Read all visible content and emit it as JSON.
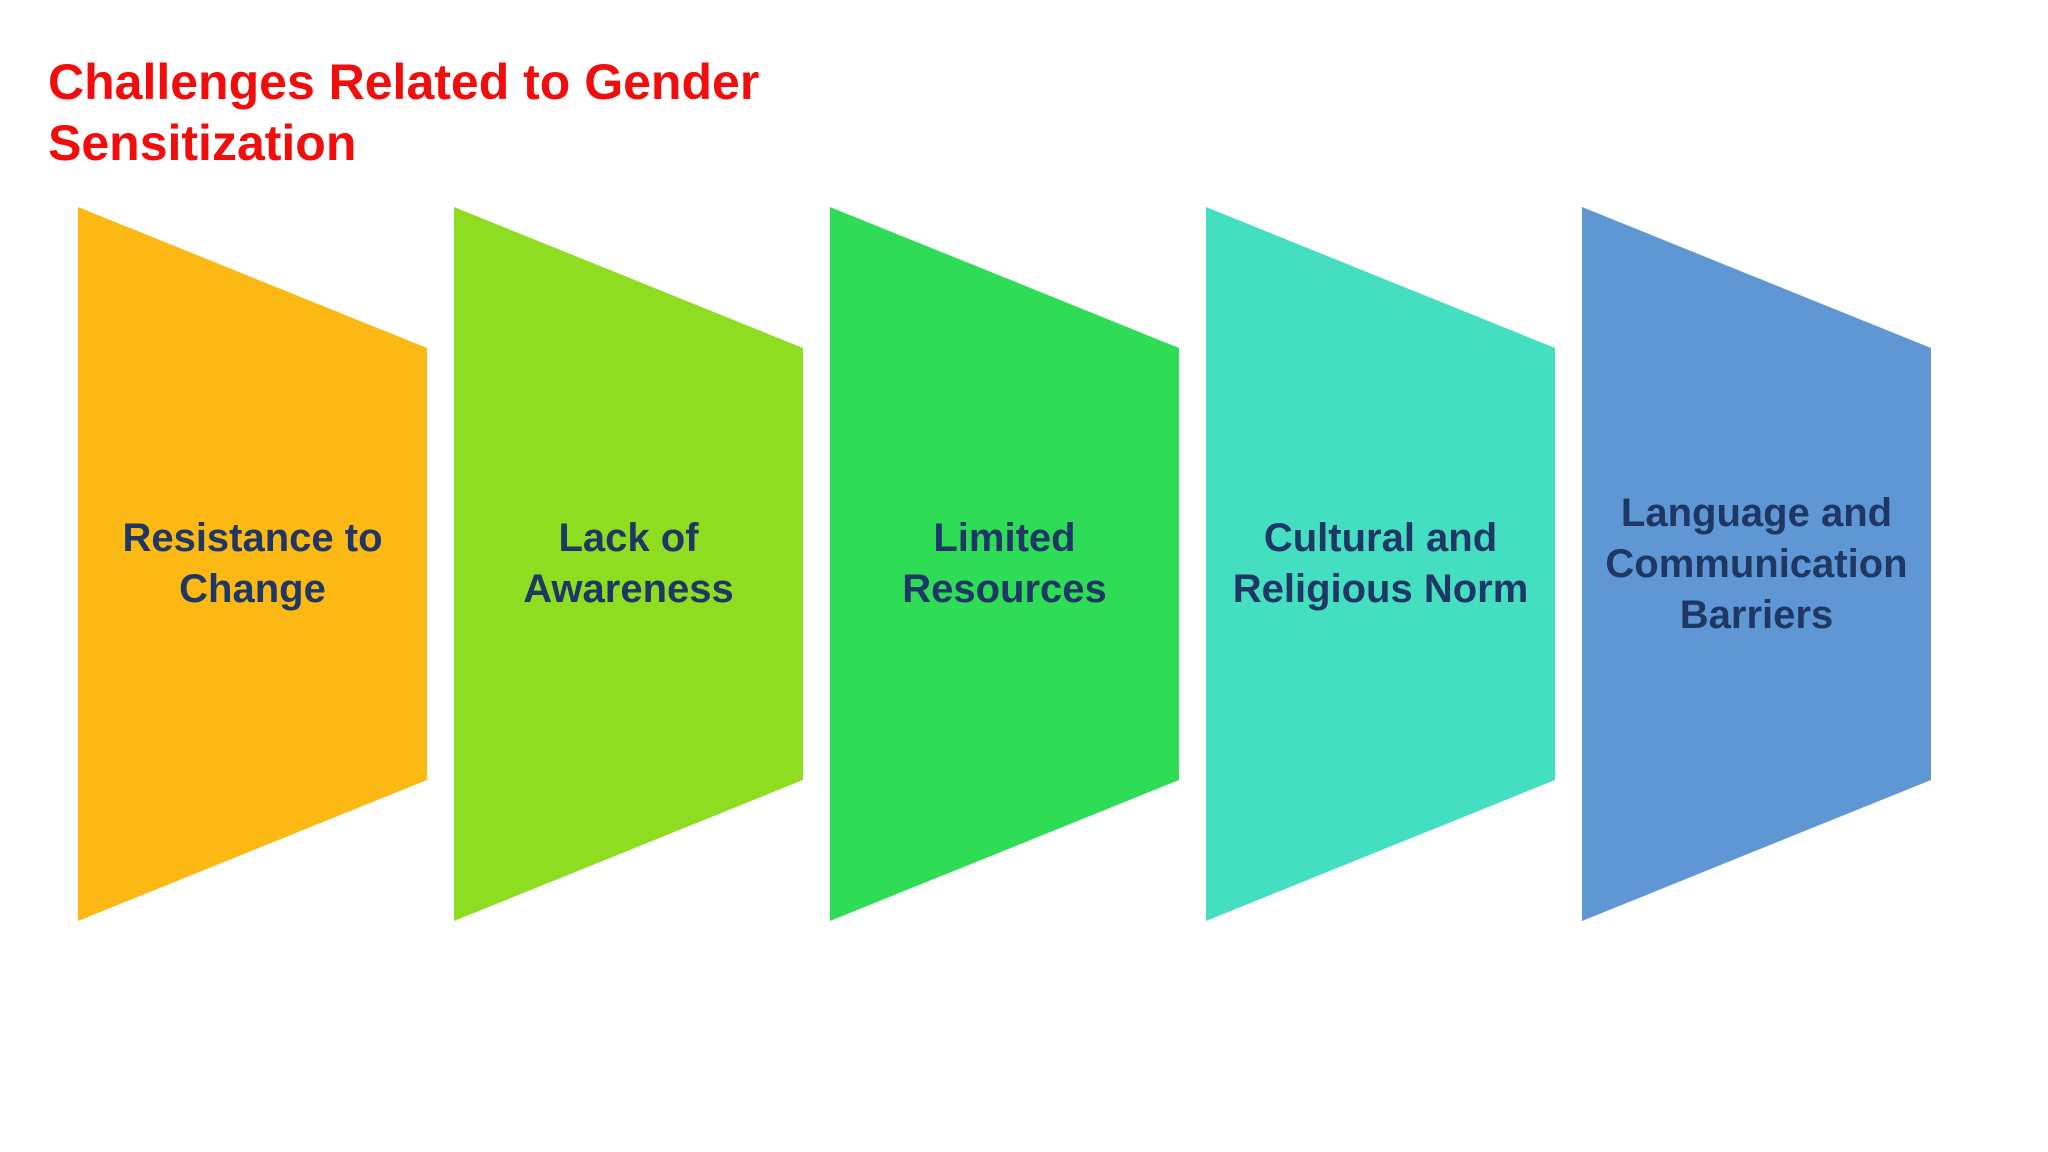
{
  "background": "#FFFFFF",
  "title": {
    "text": "Challenges Related to Gender Sensitization",
    "color": "#F20D0D"
  },
  "label_text_color": "#1E3765",
  "shapes": [
    {
      "label": "Resistance to Change",
      "color": "#FCB813"
    },
    {
      "label": "Lack of Awareness",
      "color": "#8EDD21"
    },
    {
      "label": "Limited Resources",
      "color": "#2EDC55"
    },
    {
      "label": "Cultural and Religious Norm",
      "color": "#44DEC1"
    },
    {
      "label": "Language and Communication Barriers",
      "color": "#5E97D3"
    }
  ]
}
